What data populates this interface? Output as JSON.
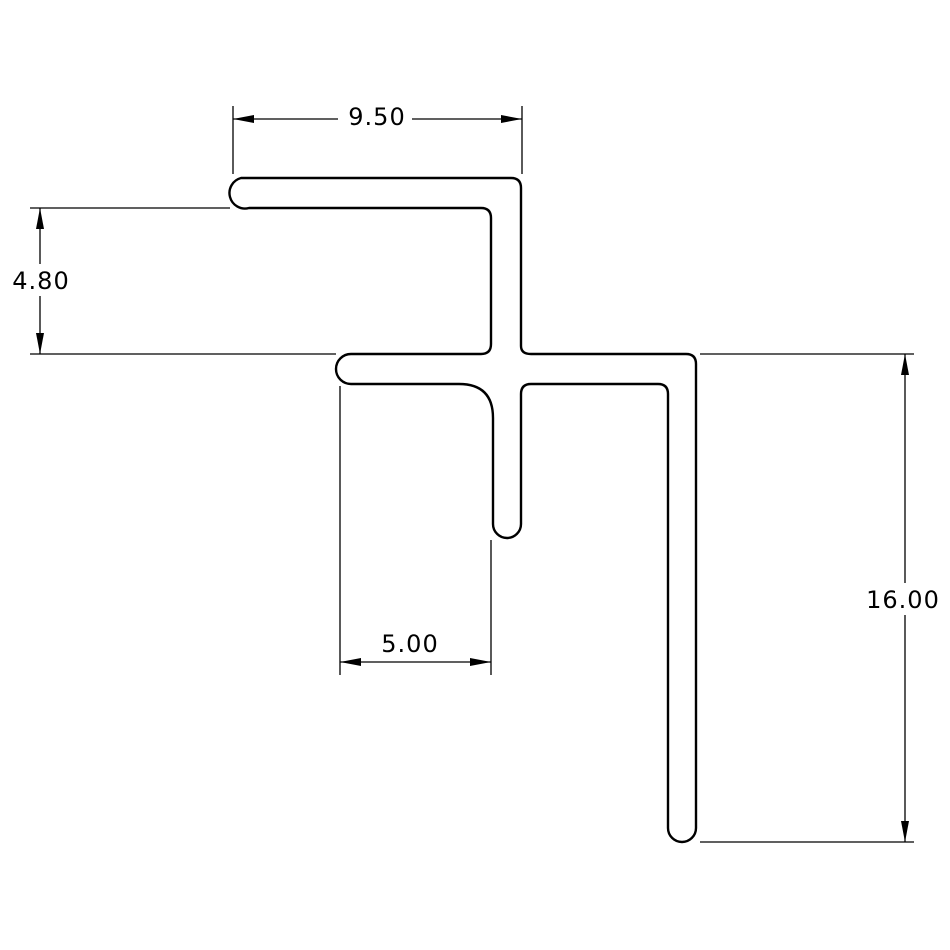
{
  "drawing": {
    "line_color": "#000000",
    "background_color": "#ffffff"
  },
  "dimensions": {
    "top_width": "9.50",
    "left_height": "4.80",
    "right_height": "16.00",
    "bottom_width": "5.00"
  }
}
